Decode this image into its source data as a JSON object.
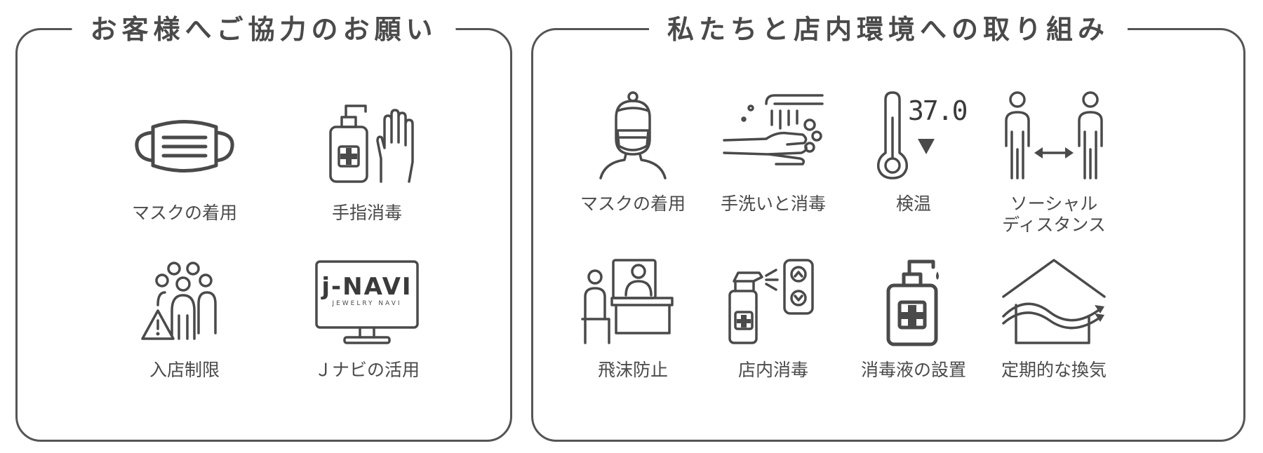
{
  "left_panel": {
    "title": "お客様へご協力のお願い",
    "items": [
      {
        "label": "マスクの着用",
        "icon": "face-mask-icon"
      },
      {
        "label": "手指消毒",
        "icon": "hand-sanitizer-icon"
      },
      {
        "label": "入店制限",
        "icon": "crowd-warning-icon"
      },
      {
        "label": "Ｊナビの活用",
        "icon": "jnavi-monitor-icon",
        "logo_text": "j-NAVI",
        "logo_sub": "JEWELRY NAVI"
      }
    ]
  },
  "right_panel": {
    "title": "私たちと店内環境への取り組み",
    "items": [
      {
        "label": "マスクの着用",
        "icon": "masked-person-icon"
      },
      {
        "label": "手洗いと消毒",
        "icon": "hand-washing-icon"
      },
      {
        "label": "検温",
        "icon": "thermometer-icon",
        "reading": "37.0"
      },
      {
        "label": "ソーシャル\nディスタンス",
        "icon": "social-distance-icon"
      },
      {
        "label": "飛沫防止",
        "icon": "partition-icon"
      },
      {
        "label": "店内消毒",
        "icon": "spray-disinfect-icon"
      },
      {
        "label": "消毒液の設置",
        "icon": "sanitizer-bottle-icon"
      },
      {
        "label": "定期的な換気",
        "icon": "ventilation-icon"
      }
    ]
  },
  "colors": {
    "ink": "#4a4a4a",
    "border": "#555555",
    "background": "#ffffff"
  }
}
